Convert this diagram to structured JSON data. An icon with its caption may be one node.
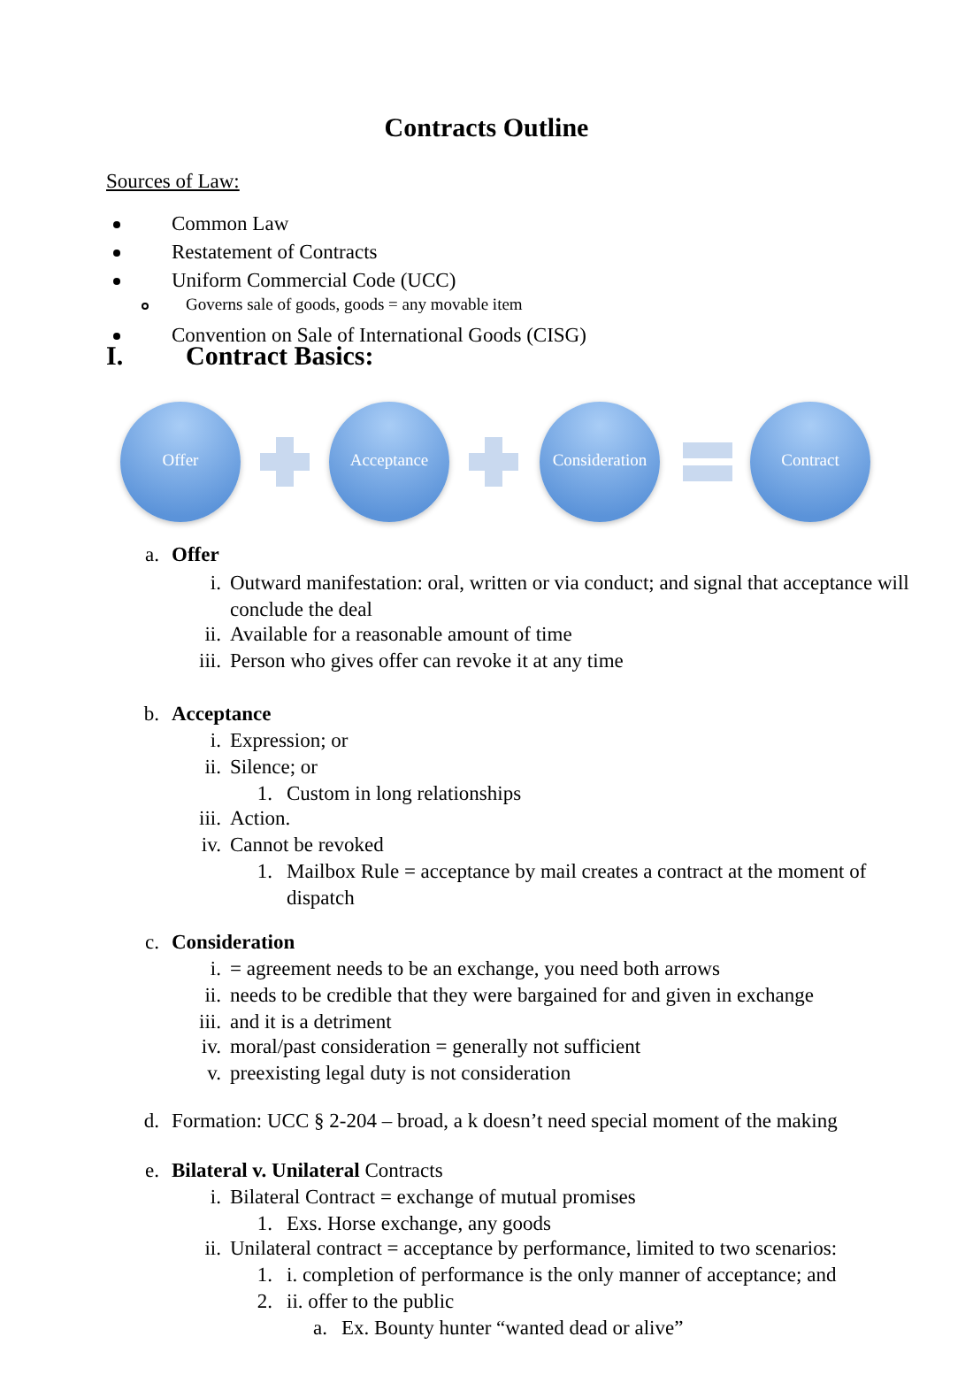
{
  "diagram": {
    "title": "Contracts Outline",
    "nodes": [
      {
        "text": [
          "Offer"
        ]
      },
      {
        "text": [
          "Acceptance"
        ]
      },
      {
        "text": [
          "Consideration"
        ]
      },
      {
        "text": [
          "Contract"
        ]
      }
    ],
    "labels": [
      "Sources of Law:",
      "Common Law",
      "Restatement of Contracts",
      "Uniform Commercial Code (UCC)",
      "Governs sale of goods, goods = any movable item",
      "Convention on Sale of International Goods (CISG)",
      "I.",
      "Contract Basics:",
      "a.",
      "Offer",
      "i.",
      "Outward manifestation: oral, written or via conduct; and signal that acceptance will conclude the deal",
      "ii.",
      "Available for a reasonable amount of time",
      "iii.",
      "Person who gives offer can revoke it at any time",
      "b.",
      "Acceptance",
      "i.",
      "Expression; or",
      "ii.",
      "Silence; or",
      "1.",
      "Custom in long relationships",
      "iii.",
      "Action.",
      "iv.",
      "Cannot be revoked",
      "1.",
      "Mailbox Rule = acceptance by mail creates a contract at the moment of dispatch",
      "c.",
      "Consideration",
      "i.",
      "= agreement needs to be an exchange, you need both arrows",
      "ii.",
      "needs to be credible that they were bargained for and given in exchange",
      "iii.",
      "and it is a detriment",
      "iv.",
      "moral/past consideration = generally not sufficient",
      "v.",
      "preexisting legal duty is not consideration",
      "d.",
      "Formation: UCC § 2-204 – broad, a k doesn’t need special moment of the making",
      "e.",
      "**Bilateral v. Unilateral** Contracts",
      "i.",
      "Bilateral Contract = exchange of mutual promises",
      "1.",
      "Exs. Horse exchange, any goods",
      "ii.",
      "Unilateral contract = acceptance by performance, limited to two scenarios:",
      "1.",
      "i. completion of performance is the only manner of acceptance; and",
      "2.",
      "ii. offer to the public",
      "a.",
      "Ex. Bounty hunter “wanted dead or alive”"
    ]
  }
}
